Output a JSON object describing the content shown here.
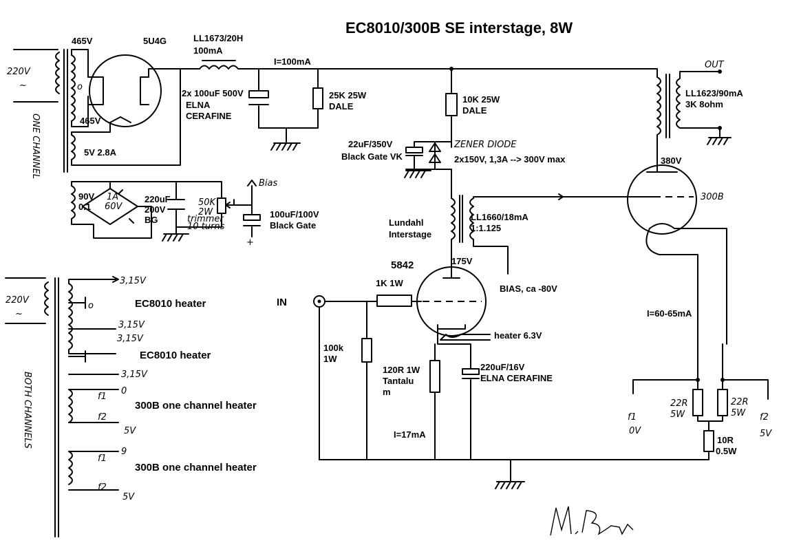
{
  "title": "EC8010/300B SE interstage, 8W",
  "power_supply": {
    "side_label": "ONE CHANNEL",
    "mains": "220V",
    "mains_symbol": "~",
    "hv_top": "465V",
    "hv_bottom": "465V",
    "center_tap": "o",
    "rectifier": "5U4G",
    "filament": "5V 2.8A",
    "choke": "LL1673/20H",
    "choke_current": "100mA",
    "current": "I=100mA",
    "caps_1": "2x 100uF 500V",
    "caps_2": "ELNA",
    "caps_3": "CERAFINE",
    "bleeder_1": "25K 25W",
    "bleeder_2": "DALE"
  },
  "bias_supply": {
    "winding_1": "90V",
    "winding_2": "0.1",
    "bridge_1": "1A",
    "bridge_2": "60V",
    "cap_1": "220uF",
    "cap_2": "200V",
    "cap_3": "BG",
    "pot_1": "50K",
    "pot_2": "2W",
    "pot_3": "trimmer",
    "pot_4": "10 turns",
    "bias_label": "Bias",
    "out_cap_1": "100uF/100V",
    "out_cap_2": "Black Gate",
    "plus": "+"
  },
  "heaters": {
    "side_label": "BOTH CHANNELS",
    "mains": "220V",
    "mains_symbol": "~",
    "v1": "3,15V",
    "v2": "3,15V",
    "v3": "3,15V",
    "v4": "3,15V",
    "o": "o",
    "ec8010_heater_1": "EC8010 heater",
    "ec8010_heater_2": "EC8010 heater",
    "heater_300b_1": "300B one channel heater",
    "heater_300b_2": "300B one channel heater",
    "f1": "f1",
    "f2": "f2",
    "zero": "0",
    "five": "5V",
    "nine": "9",
    "five_b": "5V"
  },
  "driver": {
    "in": "IN",
    "grid_r": "1K 1W",
    "input_r_1": "100k",
    "input_r_2": "1W",
    "tube": "5842",
    "plate_v": "175V",
    "cathode_r_1": "120R 1W",
    "cathode_r_2": "Tantalu",
    "cathode_r_3": "m",
    "cathode_i": "I=17mA",
    "heater": "heater 6.3V",
    "cath_cap_1": "220uF/16V",
    "cath_cap_2": "ELNA CERAFINE",
    "feed_r_1": "10K 25W",
    "feed_r_2": "DALE",
    "zener_cap_1": "22uF/350V",
    "zener_cap_2": "Black Gate VK",
    "zener_1": "ZENER DIODE",
    "zener_2": "2x150V, 1,3A --> 300V max",
    "interstage_1": "Lundahl",
    "interstage_2": "Interstage",
    "ll1660_1": "LL1660/18mA",
    "ll1660_2": "1:1.125",
    "bias": "BIAS, ca -80V"
  },
  "output": {
    "tube": "300B",
    "plate_v": "380V",
    "out": "OUT",
    "xfmr_1": "LL1623/90mA",
    "xfmr_2": "3K 8ohm",
    "current": "I=60-65mA",
    "r22_a_1": "22R",
    "r22_a_2": "5W",
    "r22_b_1": "22R",
    "r22_b_2": "5W",
    "r10_1": "10R",
    "r10_2": "0.5W",
    "f1": "f1",
    "f1_v": "0V",
    "f2": "f2",
    "f2_v": "5V"
  },
  "signature": "M.Pom"
}
